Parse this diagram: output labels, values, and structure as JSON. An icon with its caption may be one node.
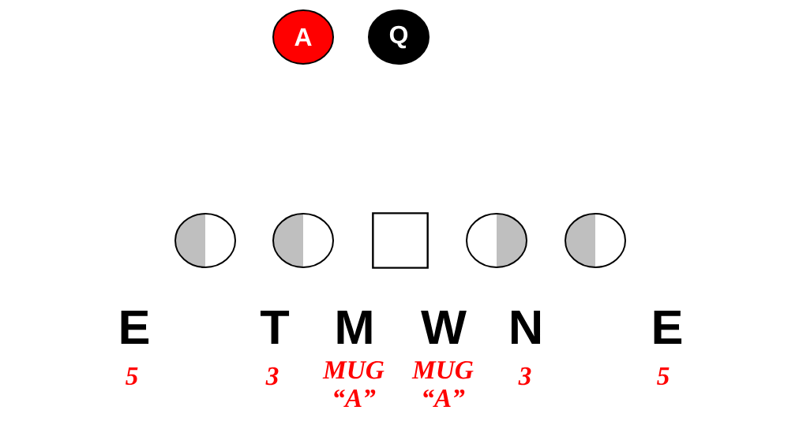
{
  "diagram": {
    "nodes": [
      {
        "text": [
          "A"
        ]
      },
      {
        "text": [
          "Q"
        ]
      },
      {
        "text": [],
        "shape": "circle"
      },
      {
        "text": [],
        "shape": "circle"
      },
      {
        "text": [],
        "shape": "box"
      },
      {
        "text": [],
        "shape": "circle"
      },
      {
        "text": [],
        "shape": "circle"
      }
    ],
    "labels": [
      "E",
      "T",
      "M",
      "W",
      "N",
      "E",
      "5",
      "3",
      "MUG “A”",
      "MUG “A”",
      "3",
      "5"
    ]
  }
}
